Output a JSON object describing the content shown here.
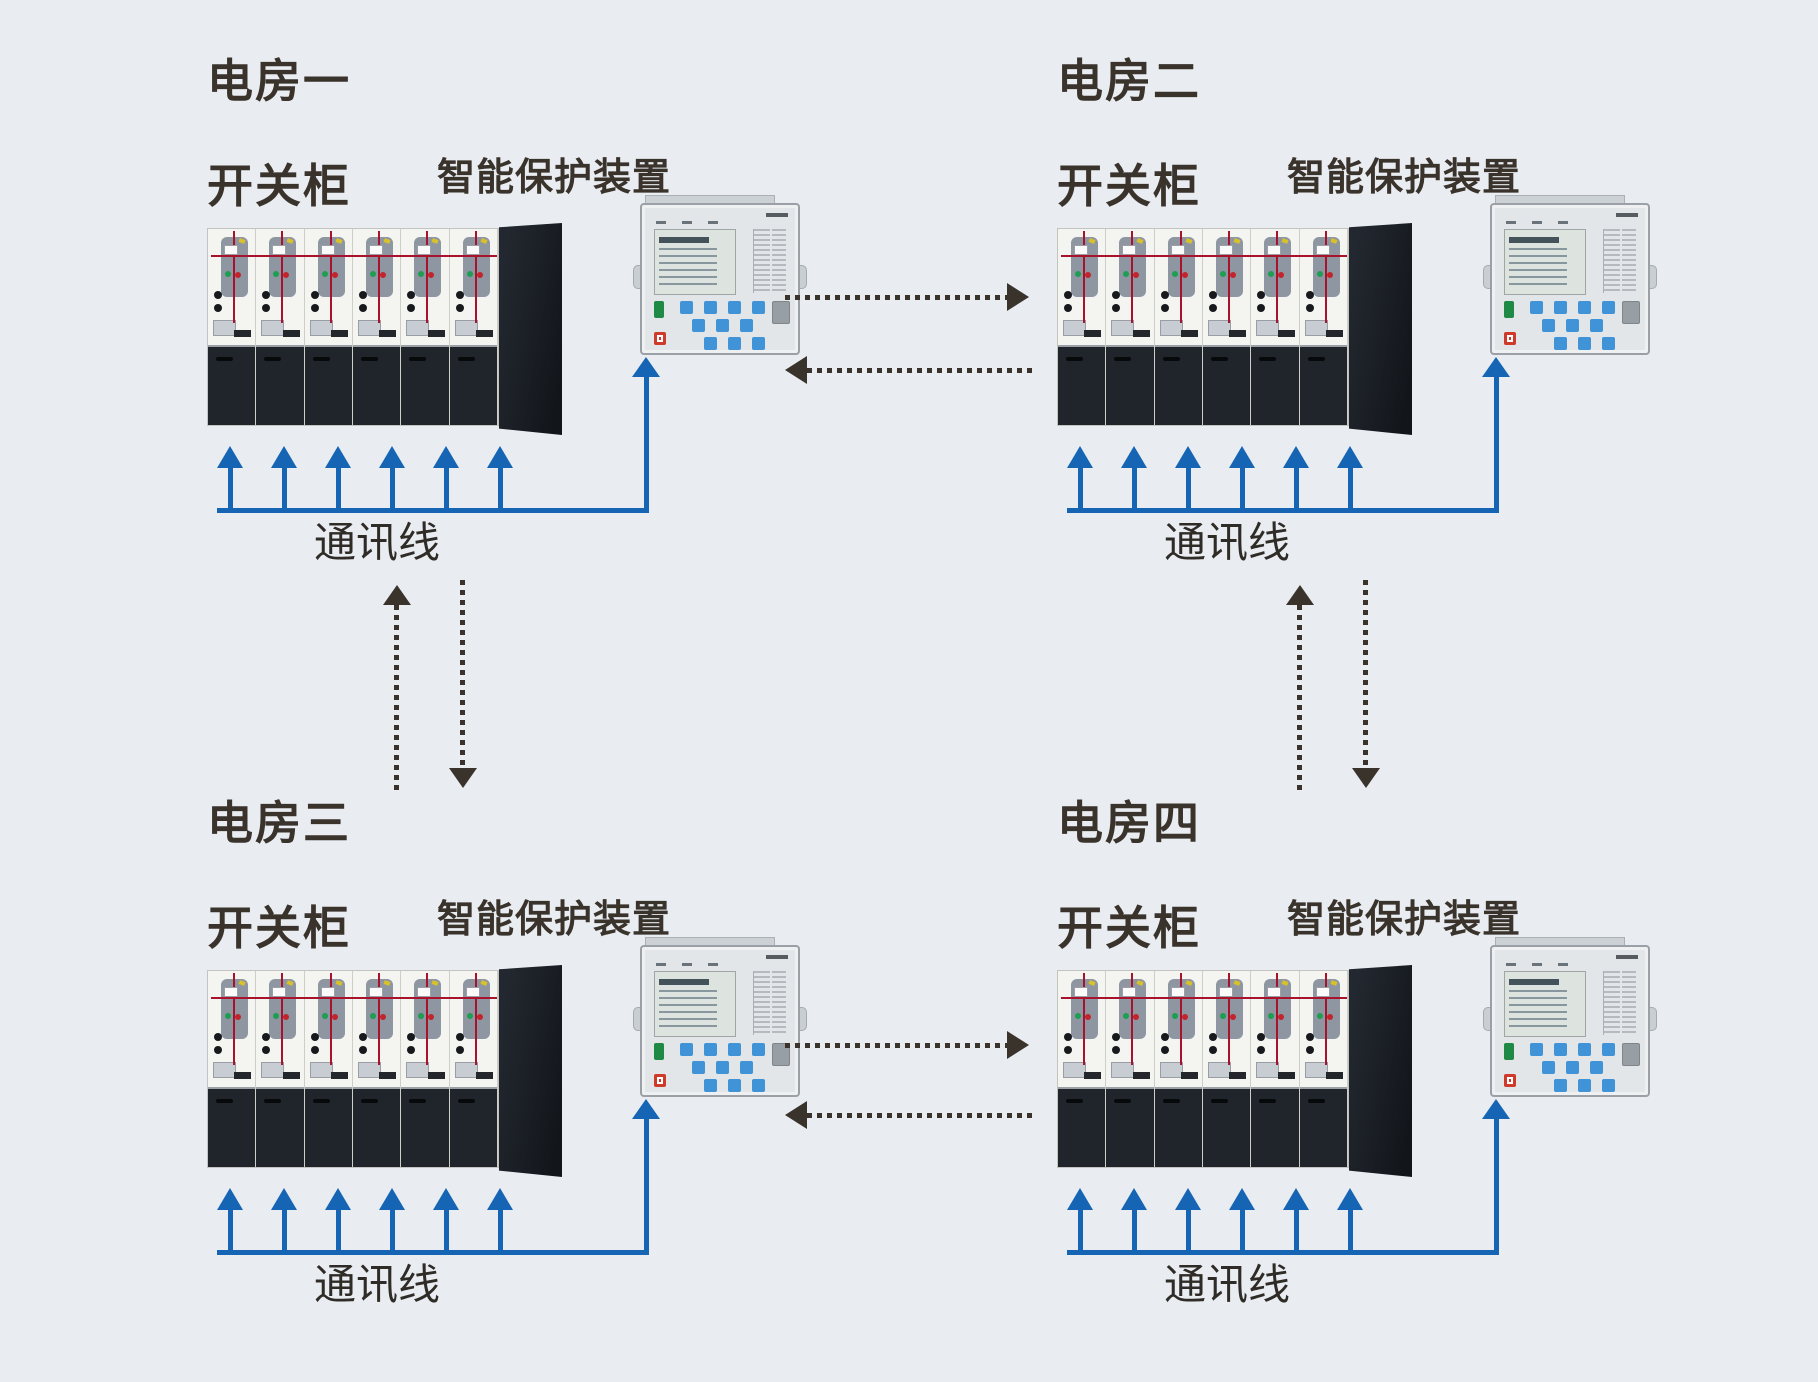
{
  "page": {
    "background": "#e9edf2",
    "text_color": "#3a332c",
    "accent_blue": "#1565b4",
    "arrow_color": "#3a332c"
  },
  "rooms": [
    {
      "title": "电房一",
      "switchgear_label": "开关柜",
      "device_label": "智能保护装置",
      "bus_label": "通讯线"
    },
    {
      "title": "电房二",
      "switchgear_label": "开关柜",
      "device_label": "智能保护装置",
      "bus_label": "通讯线"
    },
    {
      "title": "电房三",
      "switchgear_label": "开关柜",
      "device_label": "智能保护装置",
      "bus_label": "通讯线"
    },
    {
      "title": "电房四",
      "switchgear_label": "开关柜",
      "device_label": "智能保护装置",
      "bus_label": "通讯线"
    }
  ],
  "graphics": {
    "cabinet_count": 6,
    "feeder_arrow_count": 6,
    "device_blue_key_count": 10
  },
  "connections": [
    {
      "name": "room1-room2",
      "type": "dotted-horizontal",
      "arrows": [
        "right",
        "left"
      ]
    },
    {
      "name": "room3-room4",
      "type": "dotted-horizontal",
      "arrows": [
        "right",
        "left"
      ]
    },
    {
      "name": "room1-room3",
      "type": "dotted-vertical",
      "arrows": [
        "up",
        "down"
      ]
    },
    {
      "name": "room2-room4",
      "type": "dotted-vertical",
      "arrows": [
        "up",
        "down"
      ]
    }
  ]
}
